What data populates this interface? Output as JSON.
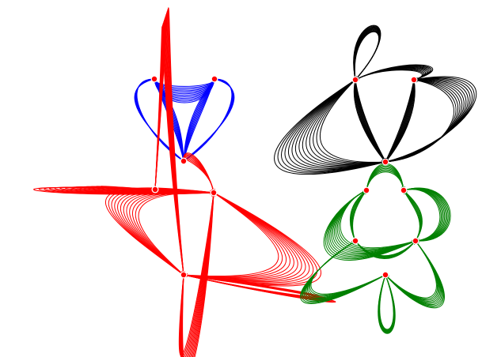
{
  "diagram": {
    "description_type": "directed multigraph loop drawing",
    "clusters": [
      {
        "name": "blue-cluster",
        "color": "#0000ff",
        "node_count": 3,
        "edge_bundles": 2
      },
      {
        "name": "black-cluster",
        "color": "#000000",
        "node_count": 3,
        "edge_bundles": 6
      },
      {
        "name": "red-cluster",
        "color": "#ff0000",
        "node_count": 4,
        "edge_bundles": 6
      },
      {
        "name": "green-cluster",
        "color": "#008000",
        "node_count": 5,
        "edge_bundles": 9
      }
    ],
    "node_color": "#ff0000",
    "node_ring_color": "#ffffff"
  }
}
